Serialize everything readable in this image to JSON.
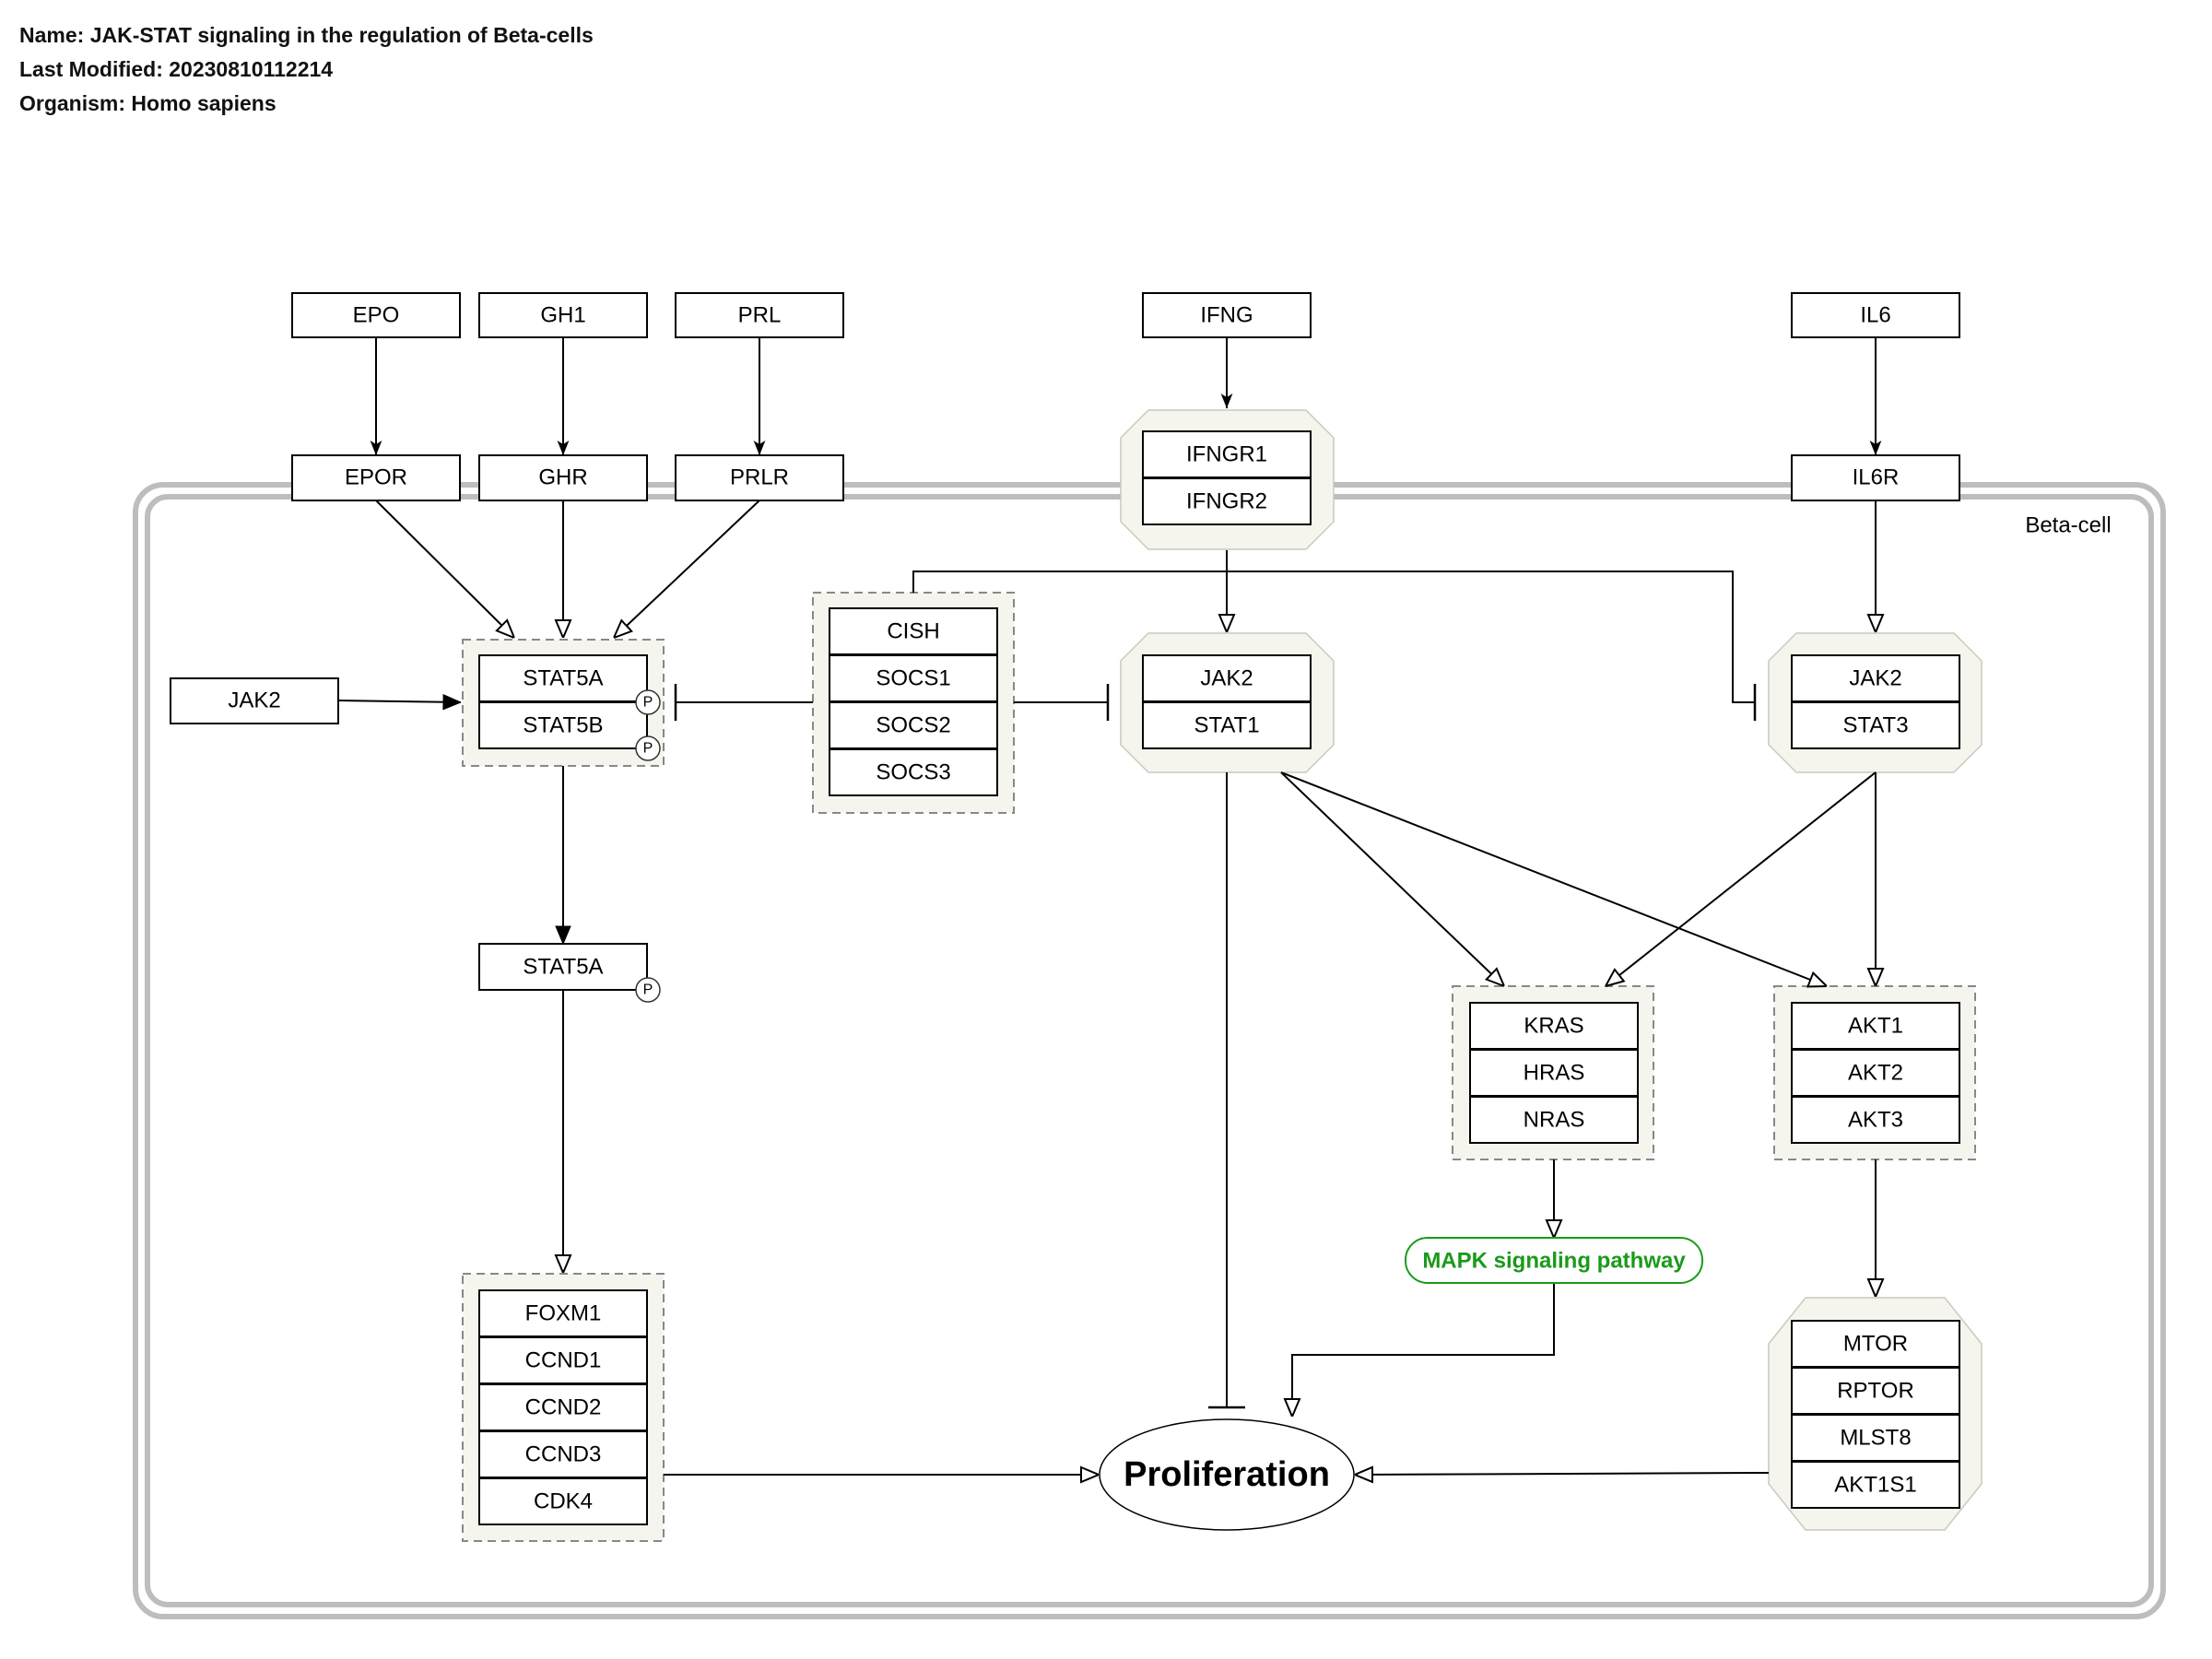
{
  "header": {
    "name": "Name: JAK-STAT signaling in the regulation of Beta-cells",
    "modified": "Last Modified: 20230810112214",
    "organism": "Organism: Homo sapiens"
  },
  "compartment": {
    "label": "Beta-cell",
    "color": "#bdbdbd"
  },
  "colors": {
    "group_fill": "#f5f5ee",
    "pathway_green": "#1a9a1a"
  },
  "nodes": {
    "epo": "EPO",
    "gh1": "GH1",
    "prl": "PRL",
    "ifng": "IFNG",
    "il6": "IL6",
    "epor": "EPOR",
    "ghr": "GHR",
    "prlr": "PRLR",
    "il6r": "IL6R",
    "ifngr1": "IFNGR1",
    "ifngr2": "IFNGR2",
    "jak2_left": "JAK2",
    "stat5a": "STAT5A",
    "stat5b": "STAT5B",
    "cish": "CISH",
    "socs1": "SOCS1",
    "socs2": "SOCS2",
    "socs3": "SOCS3",
    "jak2_mid": "JAK2",
    "stat1": "STAT1",
    "jak2_right": "JAK2",
    "stat3": "STAT3",
    "stat5a_single": "STAT5A",
    "kras": "KRAS",
    "hras": "HRAS",
    "nras": "NRAS",
    "akt1": "AKT1",
    "akt2": "AKT2",
    "akt3": "AKT3",
    "foxm1": "FOXM1",
    "ccnd1": "CCND1",
    "ccnd2": "CCND2",
    "ccnd3": "CCND3",
    "cdk4": "CDK4",
    "mtor": "MTOR",
    "rptor": "RPTOR",
    "mlst8": "MLST8",
    "akt1s1": "AKT1S1"
  },
  "pathway": {
    "mapk": "MAPK signaling pathway"
  },
  "phenotype": {
    "proliferation": "Proliferation"
  },
  "phospho_label": "P"
}
